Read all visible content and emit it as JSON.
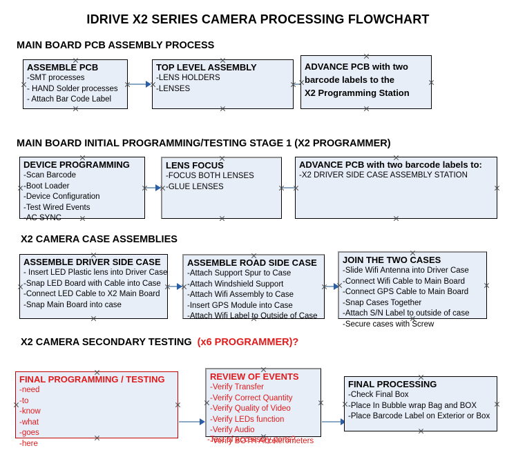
{
  "title": "IDRIVE X2  SERIES CAMERA PROCESSING FLOWCHART",
  "sections": [
    {
      "id": "s1",
      "label": "MAIN BOARD PCB ASSEMBLY PROCESS",
      "accent": ""
    },
    {
      "id": "s2",
      "label": "MAIN BOARD INITIAL PROGRAMMING/TESTING STAGE 1 (X2 PROGRAMMER)",
      "accent": ""
    },
    {
      "id": "s3",
      "label": "X2 CAMERA CASE ASSEMBLIES",
      "accent": ""
    },
    {
      "id": "s4",
      "label": "X2 CAMERA SECONDARY TESTING",
      "accent": "(x6 PROGRAMMER)?"
    }
  ],
  "boxes": {
    "assemble_pcb": {
      "heading": "ASSEMBLE PCB",
      "lines": [
        " -SMT processes",
        "- HAND Solder processes",
        "- Attach Bar Code Label"
      ]
    },
    "top_level_assembly": {
      "heading": "TOP LEVEL ASSEMBLY",
      "lines": [
        "-LENS HOLDERS",
        "-LENSES"
      ]
    },
    "advance_pcb_station": {
      "heading": "",
      "lines": [
        "ADVANCE PCB with two",
        "barcode labels to the",
        " X2 Programming Station"
      ]
    },
    "device_programming": {
      "heading": "DEVICE PROGRAMMING",
      "lines": [
        "-Scan Barcode",
        "-Boot Loader",
        "-Device Configuration",
        "-Test Wired Events",
        "-AC SYNC"
      ]
    },
    "lens_focus": {
      "heading": "LENS FOCUS",
      "lines": [
        "-FOCUS BOTH LENSES",
        "-GLUE LENSES"
      ]
    },
    "advance_pcb_driver": {
      "heading": "ADVANCE PCB with two barcode labels to:",
      "lines": [
        "-X2 DRIVER  SIDE  CASE  ASSEMBLY STATION"
      ]
    },
    "driver_side_case": {
      "heading": "ASSEMBLE DRIVER SIDE CASE",
      "lines": [
        "- Insert LED Plastic lens into Driver Case",
        "-Snap LED Board with Cable into Case",
        "-Connect LED Cable to X2 Main Board",
        "-Snap Main Board into case"
      ]
    },
    "road_side_case": {
      "heading": "ASSEMBLE ROAD SIDE CASE",
      "lines": [
        "-Attach Support Spur to Case",
        "-Attach Windshield Support",
        "-Attach Wifi Assembly to Case",
        "-Insert GPS Module into Case",
        "-Attach Wifi Label to Outside of Case"
      ]
    },
    "join_two_cases": {
      "heading": "JOIN THE TWO CASES",
      "lines": [
        "-Slide Wifi Antenna into Driver Case",
        "-Connect Wifi Cable to Main Board",
        "-Connect GPS Cable to Main Board",
        "-Snap Cases Together",
        "-Attach S/N Label to outside of case",
        "-Secure cases with Screw"
      ]
    },
    "final_programming": {
      "heading": "FINAL PROGRAMMING / TESTING",
      "lines": [
        "-need",
        "-to",
        "-know",
        "-what",
        "-goes",
        "-here"
      ]
    },
    "review_of_events": {
      "heading": "REVIEW OF EVENTS",
      "lines": [
        "-Verify Transfer",
        "-Verify Correct Quantity",
        "-Verify Quality of Video",
        "-Verify LEDs function",
        "-Verify Audio",
        "-Verify BOTH Accelerometers"
      ],
      "overflow_line": "-Test of accessory ports?"
    },
    "final_processing": {
      "heading": "FINAL PROCESSING",
      "lines": [
        " -Check Final Box",
        "-Place In Bubble wrap Bag and BOX",
        "-Place Barcode Label on Exterior or Box"
      ]
    }
  },
  "colors": {
    "box_fill": "#e8eef8",
    "box_border": "#000000",
    "red_accent": "#e01b1b",
    "red_border": "#c00000",
    "connector": "#8aa7c4",
    "arrowhead": "#2a5fa8",
    "shadow_border": "#8e8e8e"
  }
}
